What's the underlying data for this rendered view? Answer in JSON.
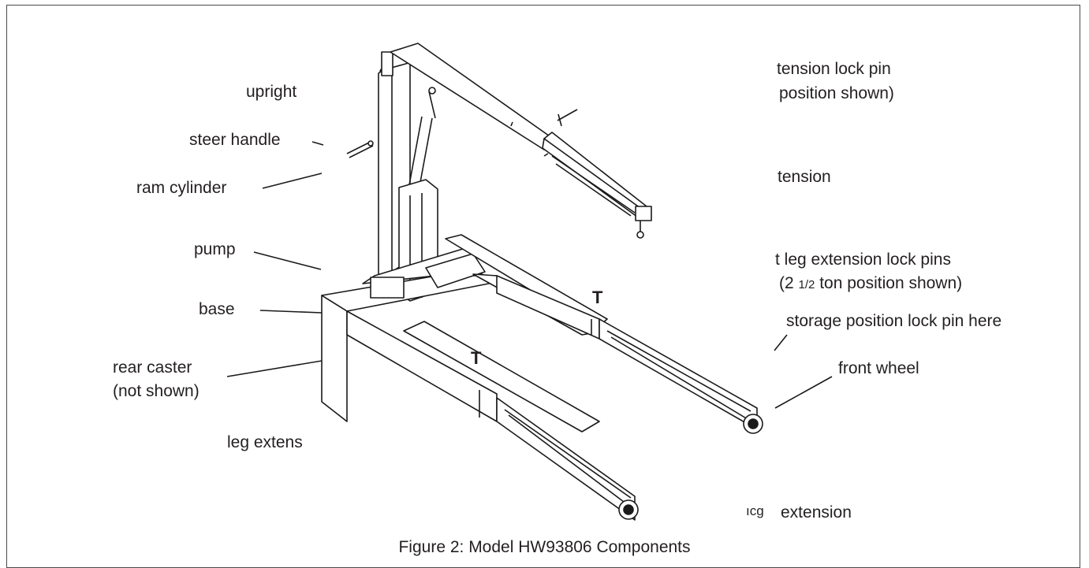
{
  "labels": {
    "upright": "upright",
    "steer_handle": "steer handle",
    "ram_cylinder": "ram cylinder",
    "pump": "pump",
    "base": "base",
    "rear_caster_line1": "rear caster",
    "rear_caster_line2": "(not shown)",
    "leg_extension_left": "leg extens",
    "boom_lock_pin_line1": "tension lock pin",
    "boom_lock_pin_line2": "position shown)",
    "boom_extension": "tension",
    "leg_lock_pins_line1": "t leg extension lock pins",
    "leg_lock_pins_line2_a": "(2 ",
    "leg_lock_pins_line2_frac": "1/2",
    "leg_lock_pins_line2_b": " ton position shown)",
    "storage_pin": "storage position lock pin here",
    "front_wheel": "front wheel",
    "leg_extension_right": "extension",
    "leg_extension_right_fragment": "ıcg",
    "pin_marker_1": "T",
    "pin_marker_2": "T"
  },
  "caption": "Figure 2: Model HW93806 Components"
}
